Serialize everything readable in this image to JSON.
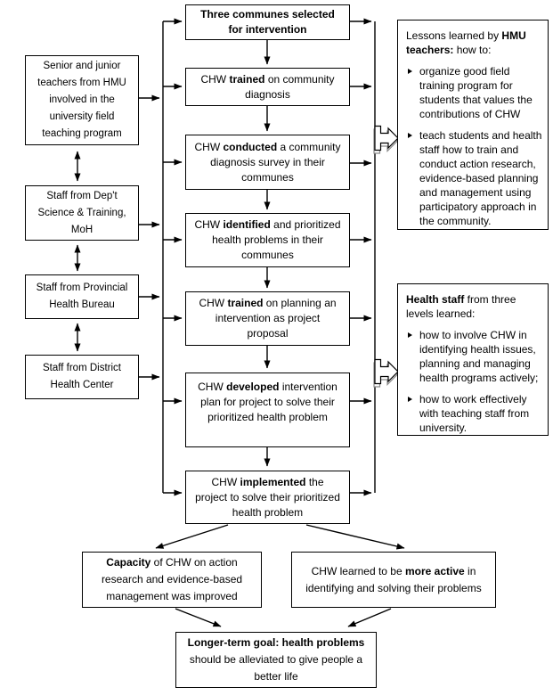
{
  "diagram": {
    "left_column": [
      {
        "label": "Senior and junior teachers from HMU involved in the university field teaching program"
      },
      {
        "label": "Staff from Dep't Science & Training, MoH"
      },
      {
        "label": "Staff from Provincial Health Bureau"
      },
      {
        "label": "Staff from District Health Center"
      }
    ],
    "process_steps": [
      {
        "segments": [
          {
            "t": "Three communes selected for intervention",
            "b": true
          }
        ]
      },
      {
        "segments": [
          {
            "t": "CHW ",
            "b": false
          },
          {
            "t": "trained",
            "b": true
          },
          {
            "t": " on community diagnosis",
            "b": false
          }
        ]
      },
      {
        "segments": [
          {
            "t": "CHW ",
            "b": false
          },
          {
            "t": "conducted",
            "b": true
          },
          {
            "t": " a community diagnosis survey in their communes",
            "b": false
          }
        ]
      },
      {
        "segments": [
          {
            "t": "CHW ",
            "b": false
          },
          {
            "t": "identified",
            "b": true
          },
          {
            "t": " and prioritized health problems in their communes",
            "b": false
          }
        ]
      },
      {
        "segments": [
          {
            "t": "CHW ",
            "b": false
          },
          {
            "t": "trained",
            "b": true
          },
          {
            "t": " on planning an intervention as project proposal",
            "b": false
          }
        ]
      },
      {
        "segments": [
          {
            "t": "CHW ",
            "b": false
          },
          {
            "t": "developed",
            "b": true
          },
          {
            "t": " intervention plan for project to solve their prioritized health problem",
            "b": false
          }
        ]
      },
      {
        "segments": [
          {
            "t": "CHW ",
            "b": false
          },
          {
            "t": "implemented",
            "b": true
          },
          {
            "t": " the project to solve their prioritized health problem",
            "b": false
          }
        ]
      }
    ],
    "lessons_boxes": [
      {
        "heading_segments": [
          {
            "t": "Lessons learned by ",
            "b": false
          },
          {
            "t": "HMU teachers:",
            "b": true
          },
          {
            "t": " how to:",
            "b": false
          }
        ],
        "bullets": [
          "organize good field training program for students that values the contributions of CHW",
          "teach students and health staff how to train and conduct action research, evidence-based planning and management using participatory approach in the community."
        ]
      },
      {
        "heading_segments": [
          {
            "t": "Health staff",
            "b": true
          },
          {
            "t": " from three levels learned:",
            "b": false
          }
        ],
        "bullets": [
          "how to involve CHW in identifying health issues, planning and managing health programs actively;",
          "how to work effectively with teaching staff from university."
        ]
      }
    ],
    "outcome_boxes": [
      {
        "segments": [
          {
            "t": "Capacity",
            "b": true
          },
          {
            "t": " of CHW on action research and evidence-based management was improved",
            "b": false
          }
        ]
      },
      {
        "segments": [
          {
            "t": "CHW learned to be ",
            "b": false
          },
          {
            "t": "more active",
            "b": true
          },
          {
            "t": " in identifying and solving their problems",
            "b": false
          }
        ]
      }
    ],
    "goal_box": {
      "segments": [
        {
          "t": "Longer-term goal: health problems",
          "b": true
        },
        {
          "t": " should be alleviated to give people a better life",
          "b": false
        }
      ]
    },
    "colors": {
      "line": "#000000",
      "shadow": "#8a8a8a",
      "background": "#ffffff"
    }
  }
}
